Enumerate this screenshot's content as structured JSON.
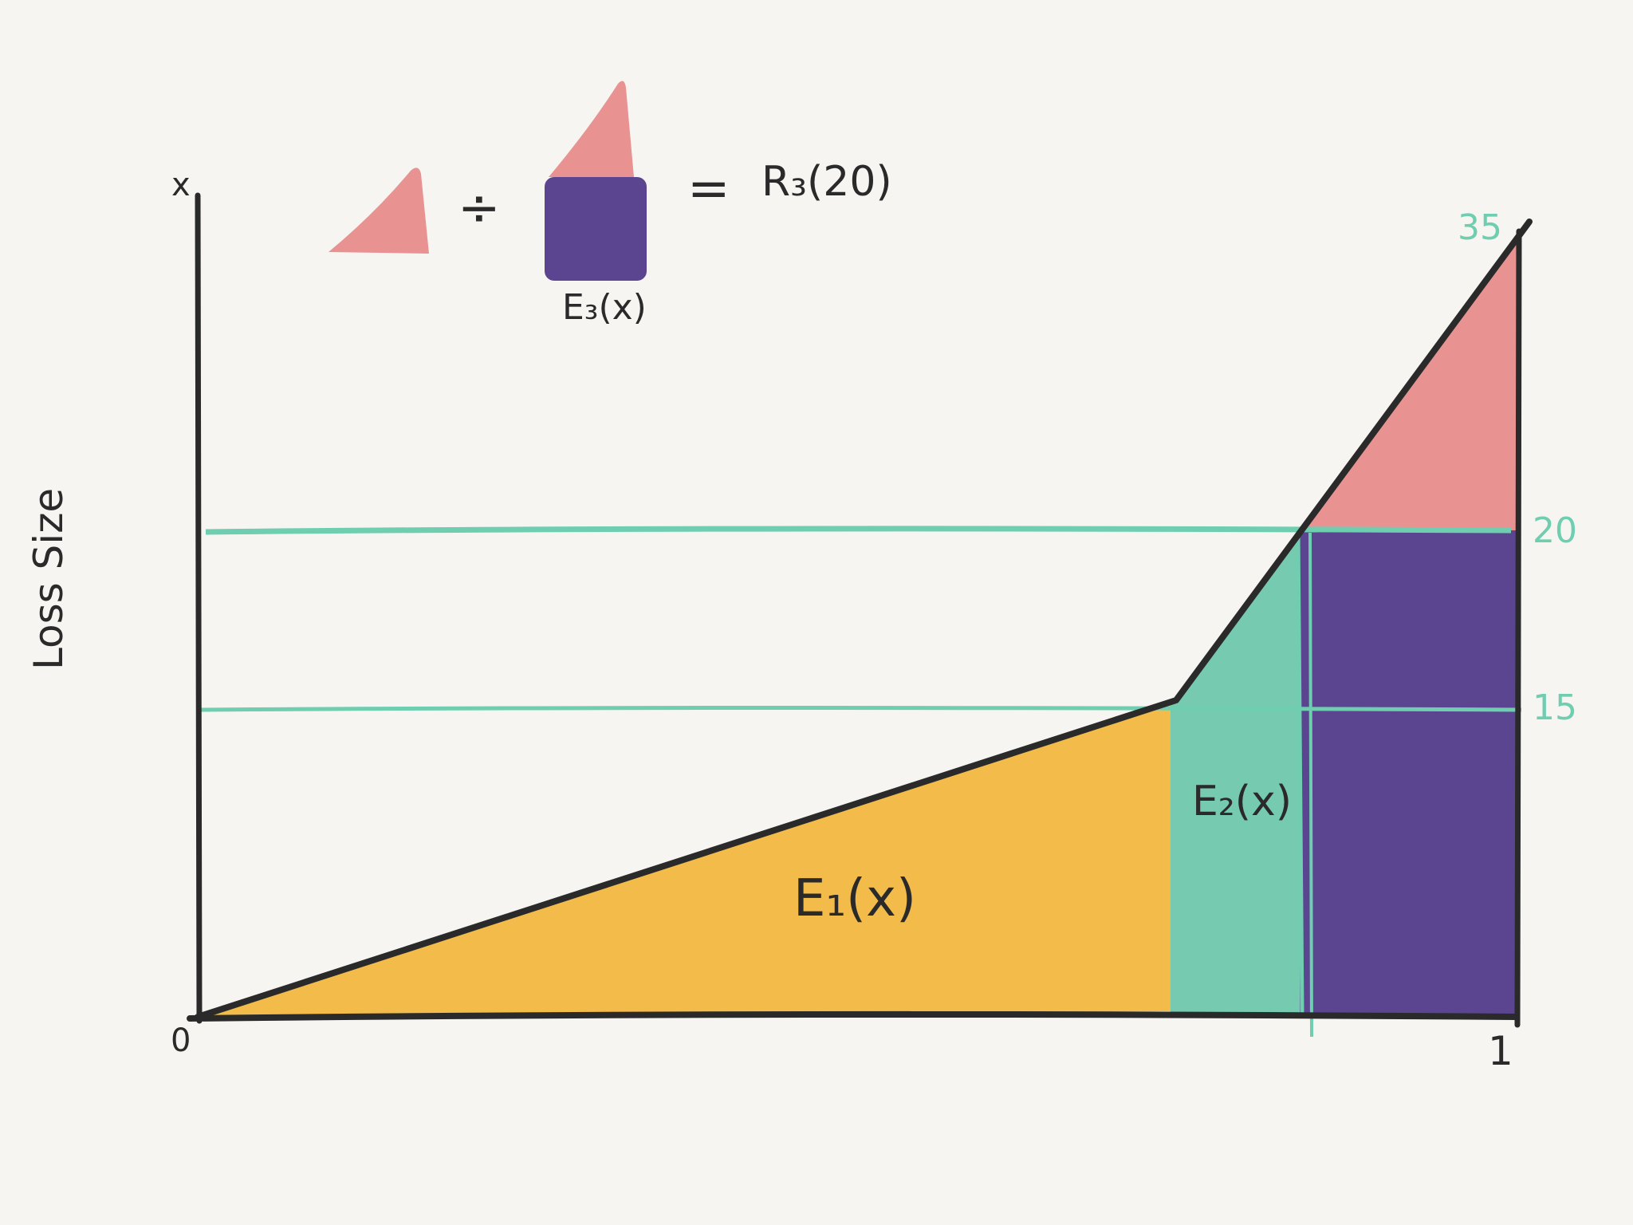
{
  "axes": {
    "y_label": "Loss Size",
    "y_top_tick": "x",
    "origin_tick": "0",
    "x_end_tick": "1"
  },
  "levels": {
    "lower": "15",
    "upper": "20",
    "top": "35"
  },
  "regions": {
    "e1": "E₁(x)",
    "e2": "E₂(x)",
    "e3": "E₃(x)"
  },
  "formula": {
    "operator": "÷",
    "equals": "=",
    "result": "R₃(20)"
  },
  "colors": {
    "background": "#f6f5f1",
    "ink": "#2a2a2a",
    "yellow": "#f2bb4a",
    "teal": "#76cab0",
    "purple": "#5b4590",
    "pink": "#e89391",
    "teal_line": "#6fcdb0"
  }
}
